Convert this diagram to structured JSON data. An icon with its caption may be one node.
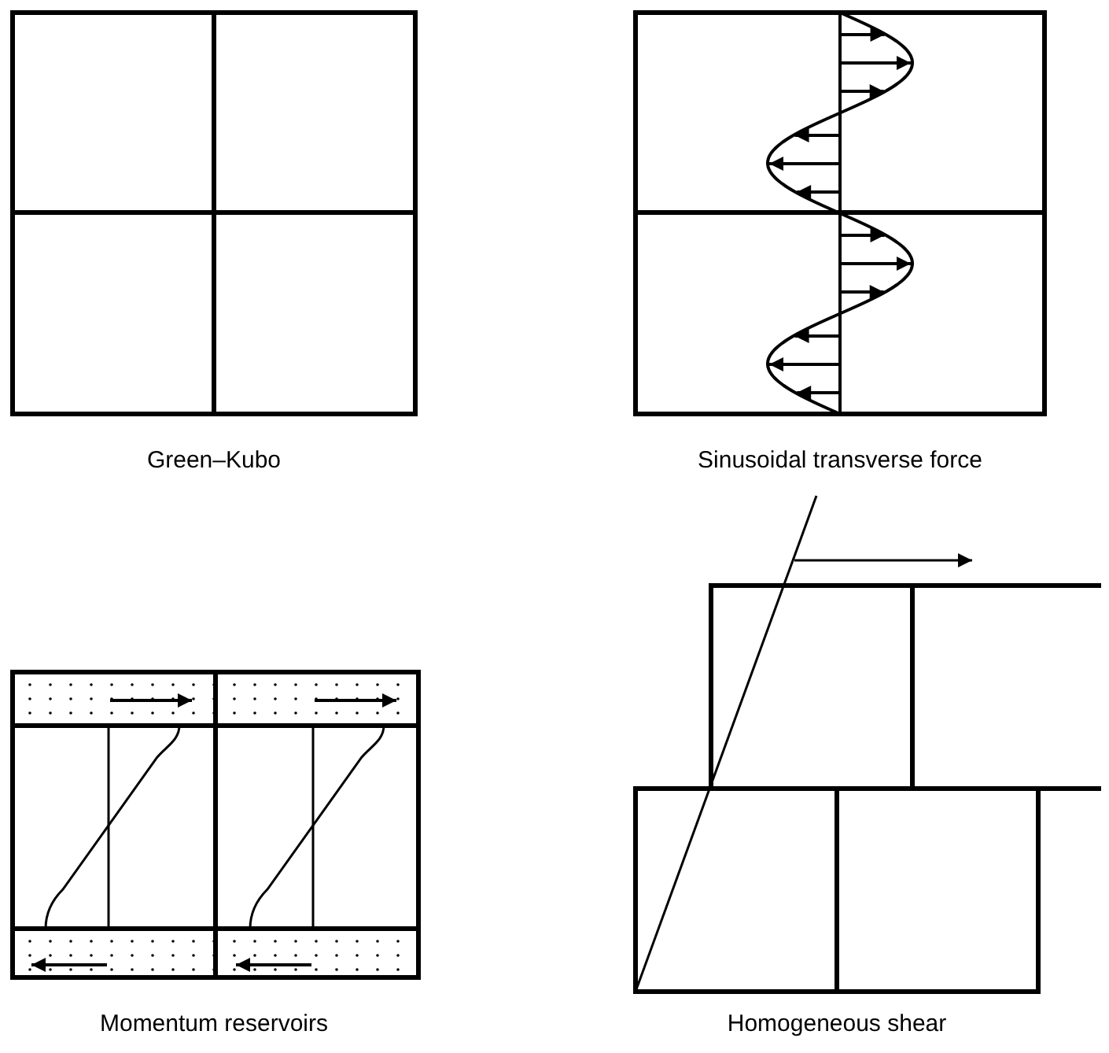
{
  "diagram": {
    "labels": [
      "Green–Kubo",
      "Sinusoidal transverse force",
      "Momentum reservoirs",
      "Homogeneous shear"
    ]
  }
}
